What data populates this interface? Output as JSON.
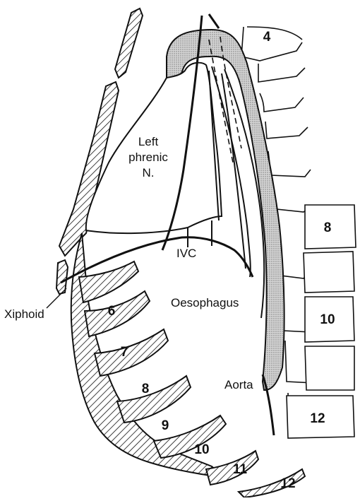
{
  "labels": {
    "left_phrenic": [
      "Left",
      "phrenic",
      "N."
    ],
    "ivc": "IVC",
    "xiphoid": "Xiphoid",
    "oesophagus": "Oesophagus",
    "aorta": "Aorta"
  },
  "vertebra_numbers": [
    "4",
    "8",
    "10",
    "12"
  ],
  "rib_numbers": [
    "6",
    "7",
    "8",
    "9",
    "10",
    "11",
    "12"
  ],
  "colors": {
    "line": "#111111",
    "stipple": "#c9c9c9",
    "background": "#ffffff"
  }
}
